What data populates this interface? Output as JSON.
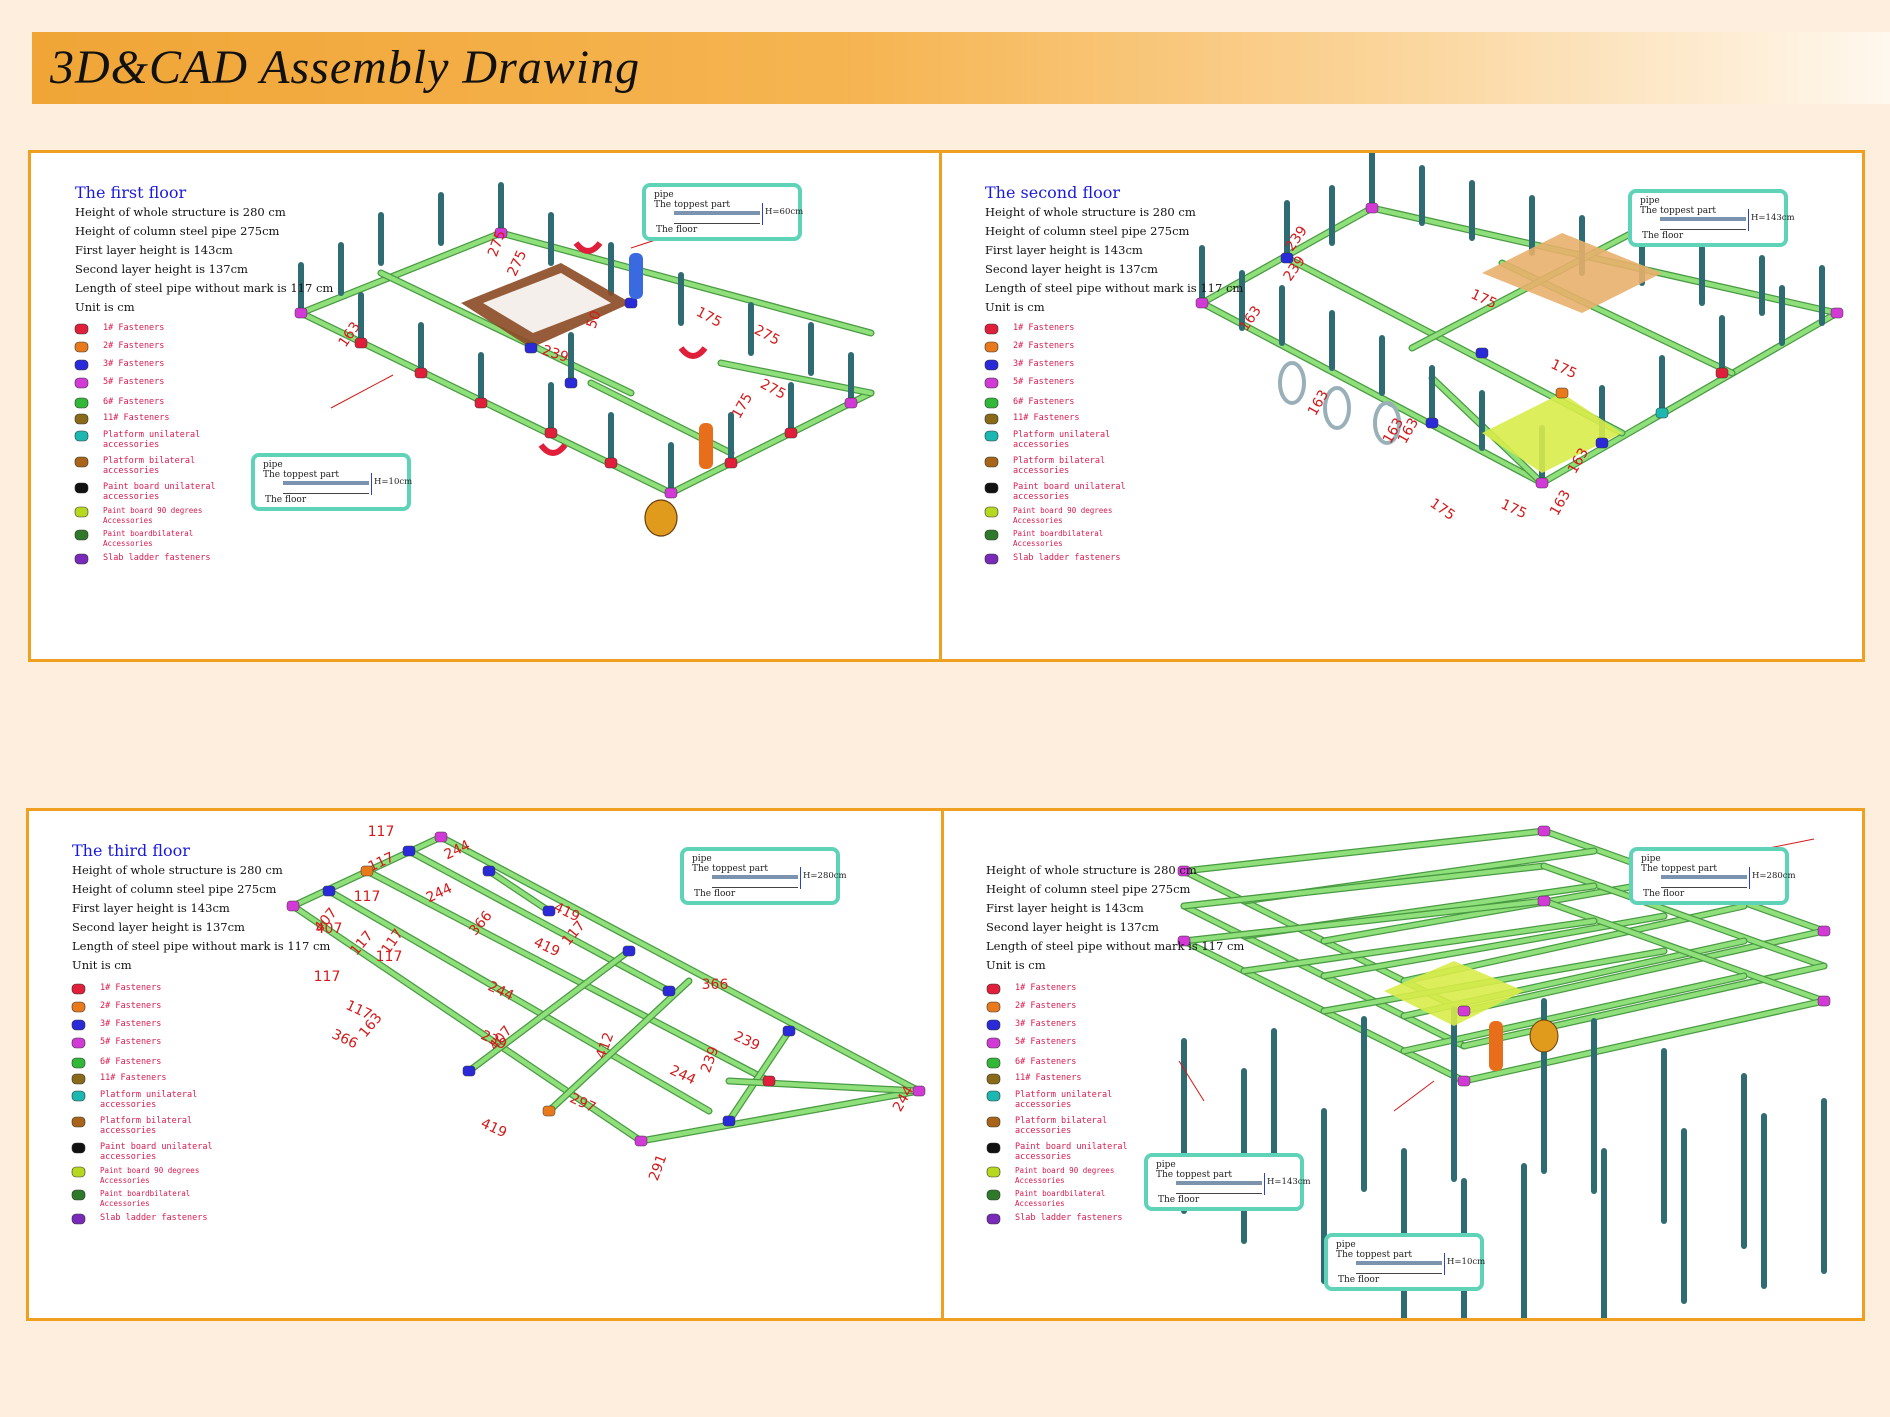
{
  "banner": {
    "title": "3D&CAD  Assembly Drawing"
  },
  "specs": [
    "Height of whole structure is 280 cm",
    "Height of column steel pipe 275cm",
    "First layer  height is 143cm",
    "Second layer  height is 137cm",
    "Length of steel pipe without mark is 117 cm",
    "Unit is cm"
  ],
  "legend": [
    {
      "icon": "fastener-1-icon",
      "color": "#e0203a",
      "label": "1# Fasteners"
    },
    {
      "icon": "fastener-2-icon",
      "color": "#e87a1c",
      "label": "2# Fasteners"
    },
    {
      "icon": "fastener-3-icon",
      "color": "#2a2ad8",
      "label": "3# Fasteners"
    },
    {
      "icon": "fastener-5-icon",
      "color": "#d23ad6",
      "label": "5# Fasteners"
    },
    {
      "icon": "fastener-6-icon",
      "color": "#32b838",
      "label": "6# Fasteners"
    },
    {
      "icon": "fastener-11-icon",
      "color": "#8a6a18",
      "label": "11# Fasteners"
    },
    {
      "icon": "platform-unilateral-icon",
      "color": "#1cb7b0",
      "label": "Platform unilateral",
      "label2": "accessories"
    },
    {
      "icon": "platform-bilateral-icon",
      "color": "#a86418",
      "label": "Platform bilateral",
      "label2": "accessories"
    },
    {
      "icon": "paint-board-unilateral-icon",
      "color": "#111111",
      "label": "Paint board unilateral",
      "label2": "accessories"
    },
    {
      "icon": "paint-board-90-icon",
      "color": "#b6d81e",
      "label": "Paint board 90 degrees",
      "label2": "Accessories",
      "small": true
    },
    {
      "icon": "paint-board-bilateral-icon",
      "color": "#2e7a2a",
      "label": "Paint boardbilateral",
      "label2": "Accessories",
      "small": true
    },
    {
      "icon": "slab-ladder-icon",
      "color": "#7a2ab8",
      "label": "Slab ladder fasteners"
    }
  ],
  "callout": {
    "pipe": "pipe",
    "top": "The toppest part",
    "floor": "The floor"
  },
  "panels": [
    {
      "title": "The first floor",
      "callouts": [
        {
          "h": "H=60cm"
        },
        {
          "h": "H=10cm"
        }
      ],
      "dims": [
        "275",
        "275",
        "163",
        "239",
        "50",
        "175",
        "275",
        "275",
        "175"
      ]
    },
    {
      "title": "The second  floor",
      "callouts": [
        {
          "h": "H=143cm"
        }
      ],
      "dims": [
        "239",
        "239",
        "163",
        "175",
        "175",
        "163",
        "163",
        "163",
        "175",
        "163",
        "163",
        "175"
      ]
    },
    {
      "title": "The third  floor",
      "callouts": [
        {
          "h": "H=280cm"
        }
      ],
      "dims": [
        "117",
        "244",
        "117",
        "117",
        "244",
        "407",
        "117",
        "407",
        "117",
        "117",
        "366",
        "419",
        "419",
        "117",
        "117",
        "244",
        "117",
        "163",
        "407",
        "366",
        "366",
        "239",
        "412",
        "239",
        "239",
        "297",
        "244",
        "244",
        "419",
        "291"
      ]
    },
    {
      "title": "",
      "callouts": [
        {
          "h": "H=280cm"
        },
        {
          "h": "H=143cm"
        },
        {
          "h": "H=10cm"
        }
      ],
      "dims": []
    }
  ],
  "colors": {
    "frame": "#f0a020",
    "title": "#1a1adc",
    "legend_text": "#d81a4e",
    "pipe": "#2f6b72",
    "rail": "#8fe07a",
    "dimension": "#d41a1a",
    "callout_border": "#5fd3b8"
  }
}
